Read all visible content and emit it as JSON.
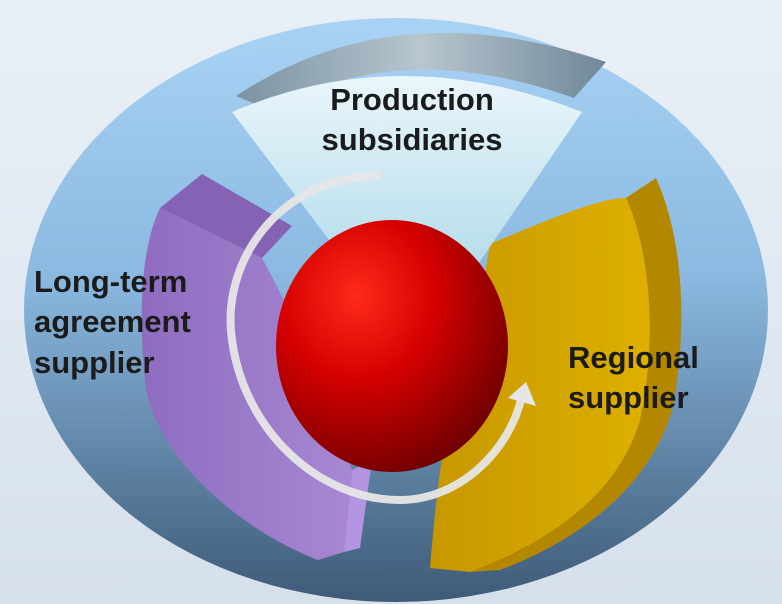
{
  "segments": [
    {
      "label": "Production\nsubsidiaries",
      "color": "#c8e7f1"
    },
    {
      "label": "Long-term\nagreement\nsupplier",
      "color": "#9a78c8"
    },
    {
      "label": "Regional\nsupplier",
      "color": "#d3a300"
    }
  ],
  "colors": {
    "ellipse_top": "#9fcbef",
    "ellipse_bottom": "#43617e",
    "center_sphere": "#cc0000",
    "cycle_arrow": "#e8e8e8",
    "back_arc": "#8ea8b8"
  }
}
